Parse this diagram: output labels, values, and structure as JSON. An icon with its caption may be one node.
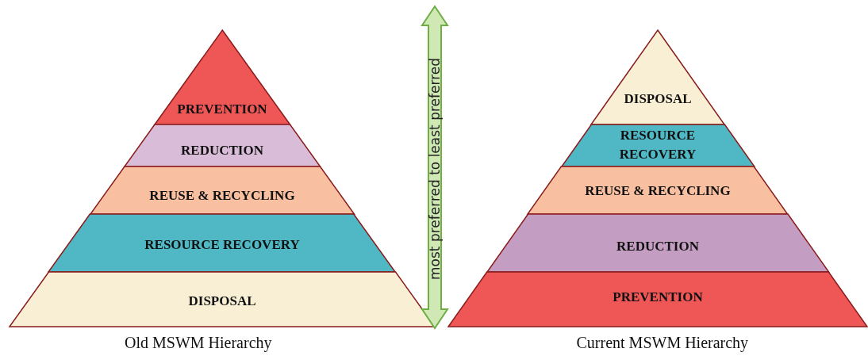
{
  "diagram": {
    "nodes": [
      {
        "text": [
          "PREVENTION"
        ]
      },
      {
        "text": [
          "REDUCTION"
        ]
      },
      {
        "text": [
          "REUSE & RECYCLING"
        ]
      },
      {
        "text": [
          "RESOURCE RECOVERY"
        ]
      },
      {
        "text": [
          "DISPOSAL"
        ]
      },
      {
        "text": [
          "DISPOSAL"
        ]
      },
      {
        "text": [
          "RESOURCE RECOVERY"
        ]
      },
      {
        "text": [
          "REUSE & RECYCLING"
        ]
      },
      {
        "text": [
          "REDUCTION"
        ]
      },
      {
        "text": [
          "PREVENTION"
        ]
      }
    ],
    "labels": [
      "most preferred to least preferred",
      "Old MSWM Hierarchy",
      "Current MSWM Hierarchy"
    ]
  }
}
